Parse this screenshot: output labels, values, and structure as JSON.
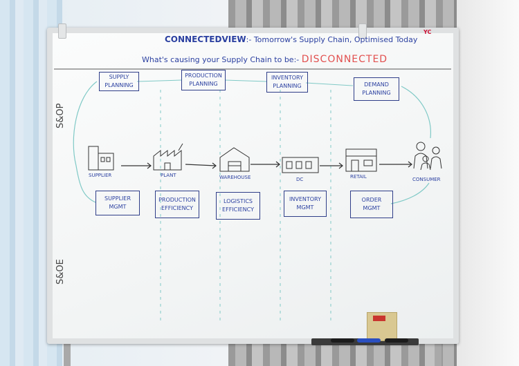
{
  "board": {
    "title_prefix": "CONNECTEDVIEW",
    "title_rest": ":- Tomorrow's Supply Chain, Optimised Today",
    "subtitle": "What's causing your Supply Chain to be:-",
    "subtitle_red": "DISCONNECTED",
    "brand_mark": "YC",
    "side_top": "S&OP",
    "side_bottom": "S&OE",
    "planning": [
      {
        "label": "SUPPLY PLANNING"
      },
      {
        "label": "PRODUCTION PLANNING"
      },
      {
        "label": "INVENTORY PLANNING"
      },
      {
        "label": "DEMAND PLANNING"
      }
    ],
    "nodes": [
      {
        "label": "SUPPLIER",
        "icon": "supplier-building-icon"
      },
      {
        "label": "PLANT",
        "icon": "factory-icon"
      },
      {
        "label": "WAREHOUSE",
        "icon": "warehouse-icon"
      },
      {
        "label": "DC",
        "icon": "distribution-center-icon"
      },
      {
        "label": "RETAIL",
        "icon": "store-icon"
      },
      {
        "label": "CONSUMER",
        "icon": "people-icon"
      }
    ],
    "execution": [
      {
        "label": "SUPPLIER MGMT"
      },
      {
        "label": "PRODUCTION EFFICIENCY"
      },
      {
        "label": "LOGISTICS EFFICIENCY"
      },
      {
        "label": "INVENTORY MGMT"
      },
      {
        "label": "ORDER MGMT"
      }
    ]
  },
  "colors": {
    "ink_blue": "#2a3fa0",
    "ink_box": "#2e3d88",
    "ink_red": "#e2504f",
    "ink_teal": "#7fc9c6"
  }
}
